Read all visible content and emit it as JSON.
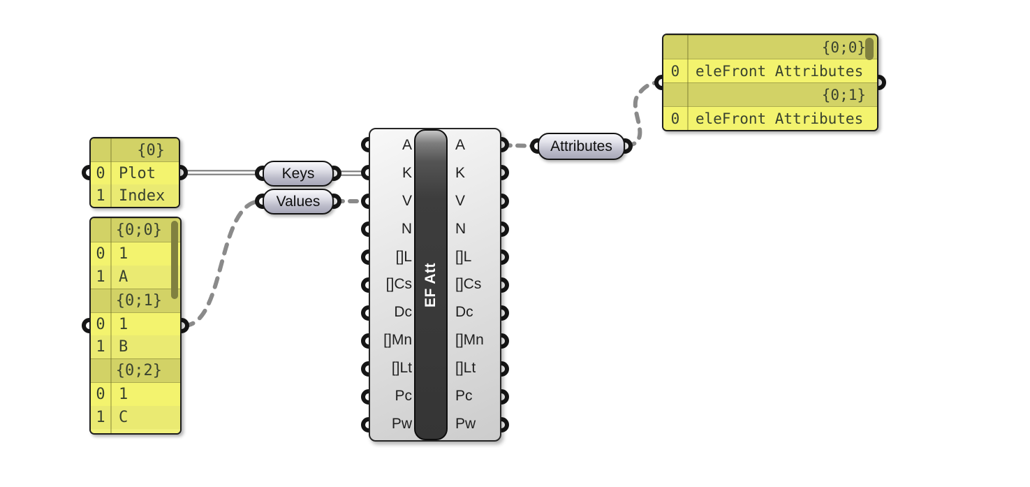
{
  "canvas": {
    "background": "#ffffff"
  },
  "panel_plot_index": {
    "header": "{0}",
    "rows": [
      {
        "i": "0",
        "v": "Plot"
      },
      {
        "i": "1",
        "v": "Index"
      }
    ]
  },
  "panel_tree_values": {
    "sections": [
      {
        "header": "{0;0}",
        "rows": [
          {
            "i": "0",
            "v": "1"
          },
          {
            "i": "1",
            "v": "A"
          }
        ]
      },
      {
        "header": "{0;1}",
        "rows": [
          {
            "i": "0",
            "v": "1"
          },
          {
            "i": "1",
            "v": "B"
          }
        ]
      },
      {
        "header": "{0;2}",
        "rows": [
          {
            "i": "0",
            "v": "1"
          },
          {
            "i": "1",
            "v": "C"
          }
        ]
      }
    ]
  },
  "panel_attributes": {
    "sections": [
      {
        "header": "{0;0}",
        "rows": [
          {
            "i": "0",
            "v": "eleFront Attributes"
          }
        ]
      },
      {
        "header": "{0;1}",
        "rows": [
          {
            "i": "0",
            "v": "eleFront Attributes"
          }
        ]
      }
    ]
  },
  "param_keys": {
    "label": "Keys"
  },
  "param_values": {
    "label": "Values"
  },
  "param_attributes": {
    "label": "Attributes"
  },
  "ef_att": {
    "label": "EF Att",
    "inputs": [
      "A",
      "K",
      "V",
      "N",
      "[]L",
      "[]Cs",
      "Dc",
      "[]Mn",
      "[]Lt",
      "Pc",
      "Pw"
    ],
    "outputs": [
      "A",
      "K",
      "V",
      "N",
      "[]L",
      "[]Cs",
      "Dc",
      "[]Mn",
      "[]Lt",
      "Pc",
      "Pw"
    ]
  },
  "colors": {
    "panel_body": "#f3f36e",
    "panel_body_alt": "#eaea72",
    "panel_header": "#d2d266",
    "panel_scrollbar": "#80803f",
    "panel_text": "#39422f",
    "capsule_border": "#141414",
    "component_dark": "#3a3a3a",
    "wire": "#8a8a8a"
  }
}
